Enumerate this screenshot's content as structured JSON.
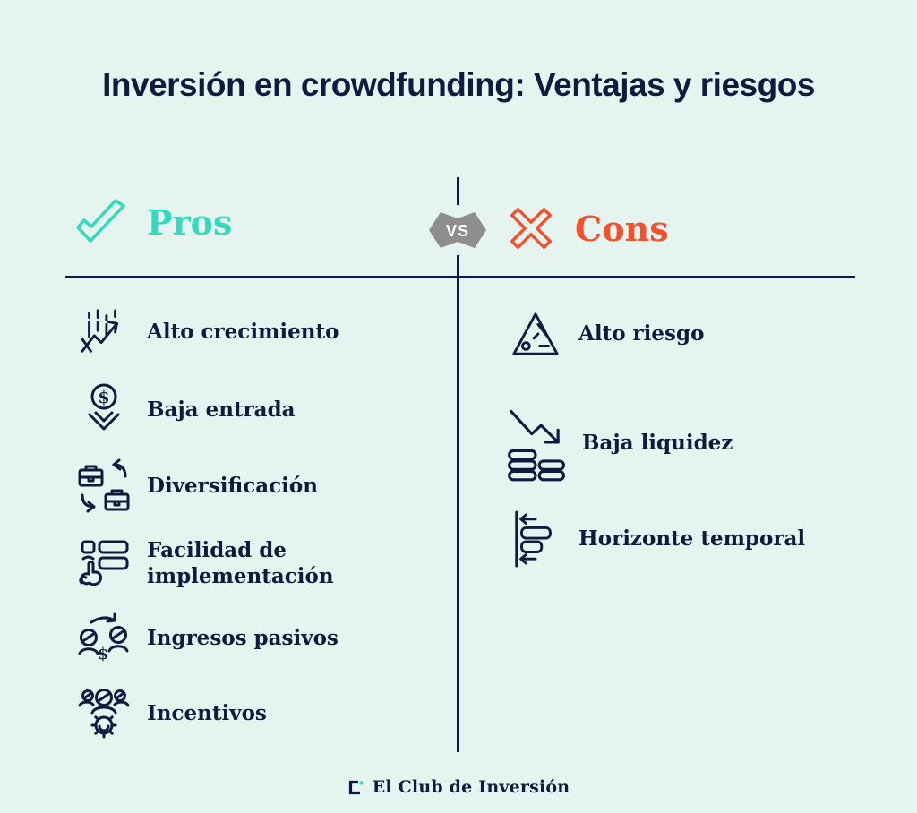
{
  "title": "Inversión en crowdfunding: Ventajas y riesgos",
  "comparison": {
    "vs_label": "VS",
    "pros": {
      "label": "Pros",
      "items": [
        {
          "label": "Alto crecimiento",
          "icon": "growth-chart-icon"
        },
        {
          "label": "Baja entrada",
          "icon": "dollar-pin-icon"
        },
        {
          "label": "Diversificación",
          "icon": "briefcase-exchange-icon"
        },
        {
          "label": "Facilidad de implementación",
          "icon": "checklist-hand-icon"
        },
        {
          "label": "Ingresos pasivos",
          "icon": "people-money-transfer-icon"
        },
        {
          "label": "Incentivos",
          "icon": "team-gear-icon"
        }
      ]
    },
    "cons": {
      "label": "Cons",
      "items": [
        {
          "label": "Alto riesgo",
          "icon": "hazard-triangle-icon"
        },
        {
          "label": "Baja liquidez",
          "icon": "declining-coins-icon"
        },
        {
          "label": "Horizonte temporal",
          "icon": "timeline-icon"
        }
      ]
    }
  },
  "glyphs": {
    "dollar": "$"
  },
  "footer": {
    "brand": "El Club de Inversión"
  },
  "colors": {
    "background": "#E6F4F0",
    "navy": "#111A3E",
    "teal": "#36D9BE",
    "orange": "#F4502C",
    "badge_gray": "#8E8E8E",
    "vs_text": "#FFFFFF"
  }
}
